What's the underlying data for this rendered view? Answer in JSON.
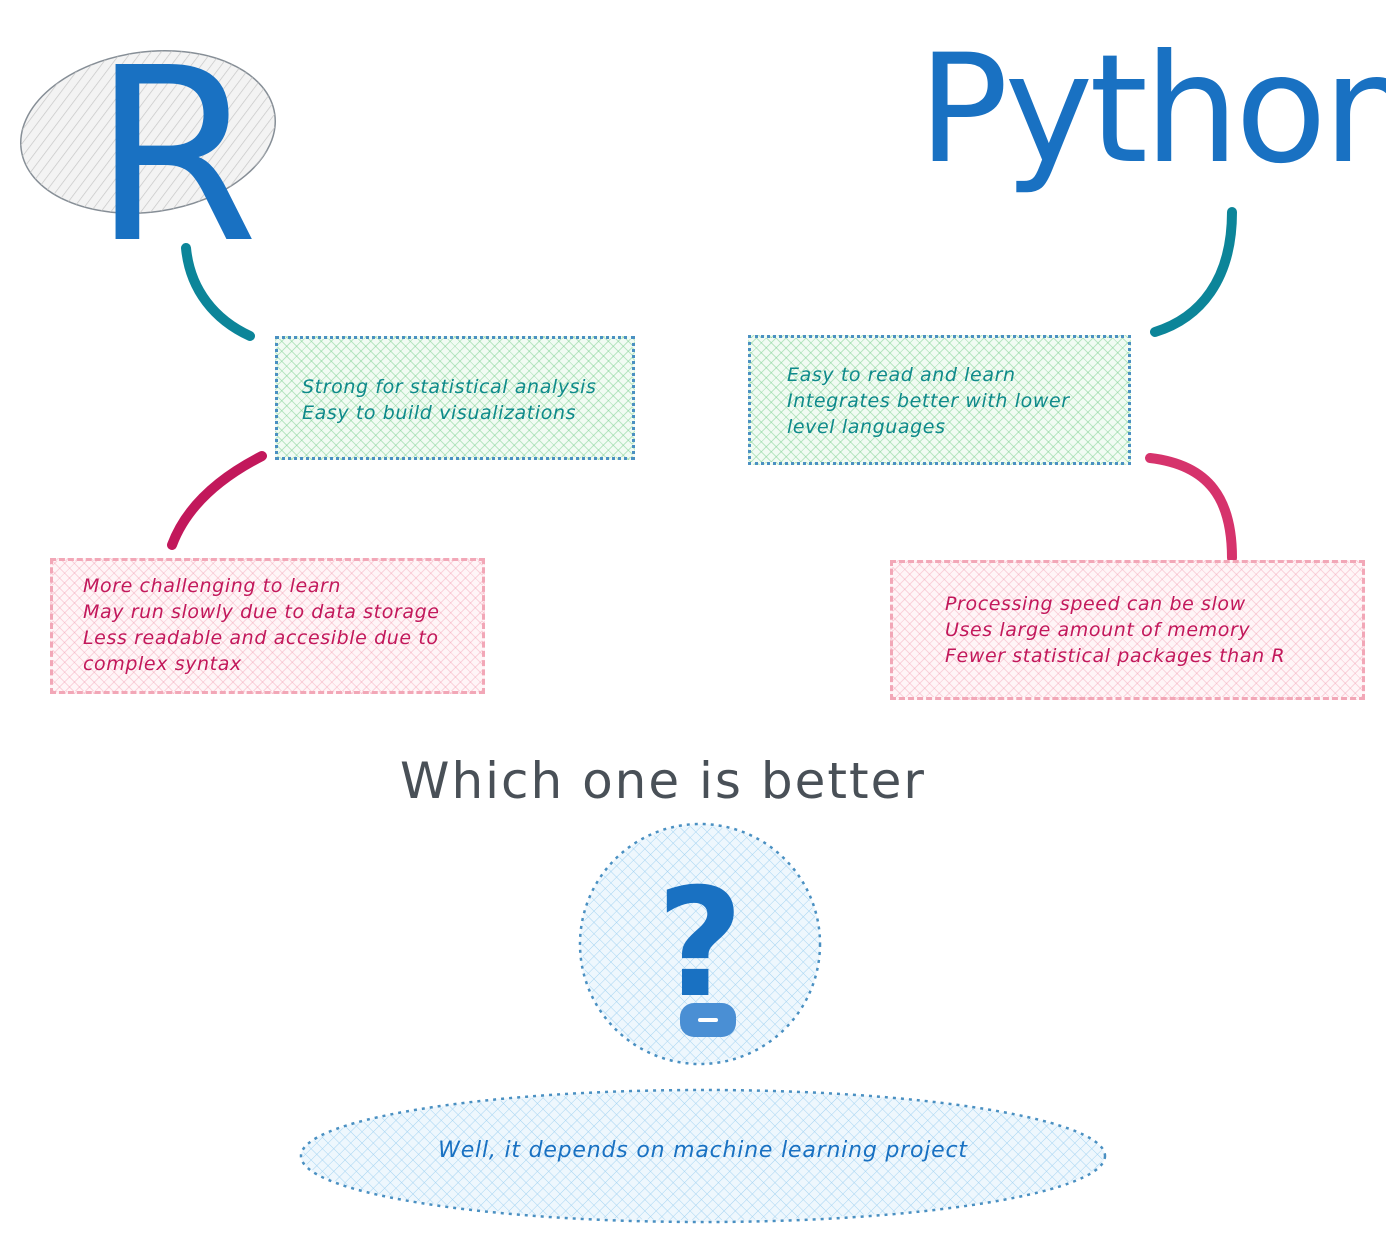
{
  "r": {
    "title": "R",
    "pros": [
      "Strong for statistical analysis",
      "Easy to build visualizations"
    ],
    "cons": [
      "More challenging to learn",
      "May run slowly due to data storage",
      "Less readable and accesible due to",
      "complex syntax"
    ]
  },
  "python": {
    "title": "Python",
    "pros": [
      "Easy to read and learn",
      "Integrates better with lower",
      "level languages"
    ],
    "cons": [
      "Processing speed can be slow",
      "Uses large amount of memory",
      "Fewer statistical packages than R"
    ]
  },
  "question": "Which one is better",
  "question_mark": "?",
  "answer": "Well, it depends on machine learning project",
  "colors": {
    "title_blue": "#1971c2",
    "pro_connector": "#0c8599",
    "con_connector_r": "#c2185b",
    "con_connector_python": "#d6336c",
    "pro_text": "#0e8a8a",
    "con_text": "#c2185b",
    "question_text": "#495057"
  }
}
